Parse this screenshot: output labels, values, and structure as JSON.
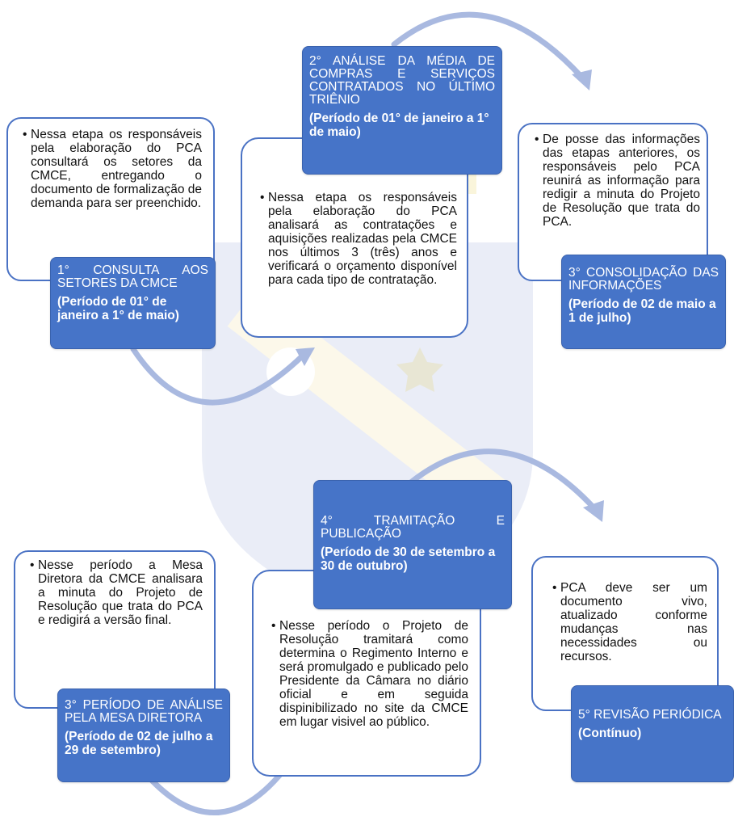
{
  "steps": [
    {
      "title": "1° CONSULTA AOS SETORES DA CMCE",
      "period": "(Período de 01° de janeiro a 1° de maio)",
      "description": "Nessa etapa os responsáveis pela elaboração do PCA consultará os setores da CMCE, entregando o documento de formalização de demanda para ser preenchido."
    },
    {
      "title": "2° ANÁLISE DA MÉDIA DE COMPRAS E SERVIÇOS CONTRATADOS NO ÚLTIMO TRIÊNIO",
      "period": "(Período de 01° de janeiro a 1° de maio)",
      "description": "Nessa etapa os responsáveis pela elaboração do PCA analisará as contratações e aquisições realizadas pela CMCE nos últimos 3 (três) anos e verificará o orçamento disponível para cada tipo de contratação."
    },
    {
      "title": "3° CONSOLIDAÇÃO DAS INFORMAÇÕES",
      "period": "(Período de 02 de maio a 1 de julho)",
      "description": "De posse das informações das etapas anteriores, os responsáveis pelo PCA reunirá as informação para redigir a minuta do Projeto de Resolução que trata do PCA."
    },
    {
      "title": "3° PERÍODO DE ANÁLISE PELA MESA DIRETORA",
      "period": "(Período de 02 de julho a 29 de setembro)",
      "description": "Nesse período a Mesa Diretora da CMCE analisara a minuta do Projeto de Resolução que trata do PCA e redigirá a versão final."
    },
    {
      "title": "4° TRAMITAÇÃO E PUBLICAÇÃO",
      "period": "(Período de 30 de setembro a 30 de outubro)",
      "description": "Nesse período o Projeto de Resolução tramitará como determina o Regimento Interno e será promulgado e publicado pelo Presidente da Câmara no diário oficial e em seguida dispinibilizado no site da CMCE em lugar visivel ao público."
    },
    {
      "title": "5° REVISÃO PERIÓDICA",
      "period": "(Contínuo)",
      "description": "PCA deve ser um documento vivo, atualizado conforme mudanças nas necessidades ou recursos."
    }
  ],
  "colors": {
    "title_fill": "#4674c8",
    "box_border": "#4a72c4",
    "arrow": "#a9b9e0"
  }
}
